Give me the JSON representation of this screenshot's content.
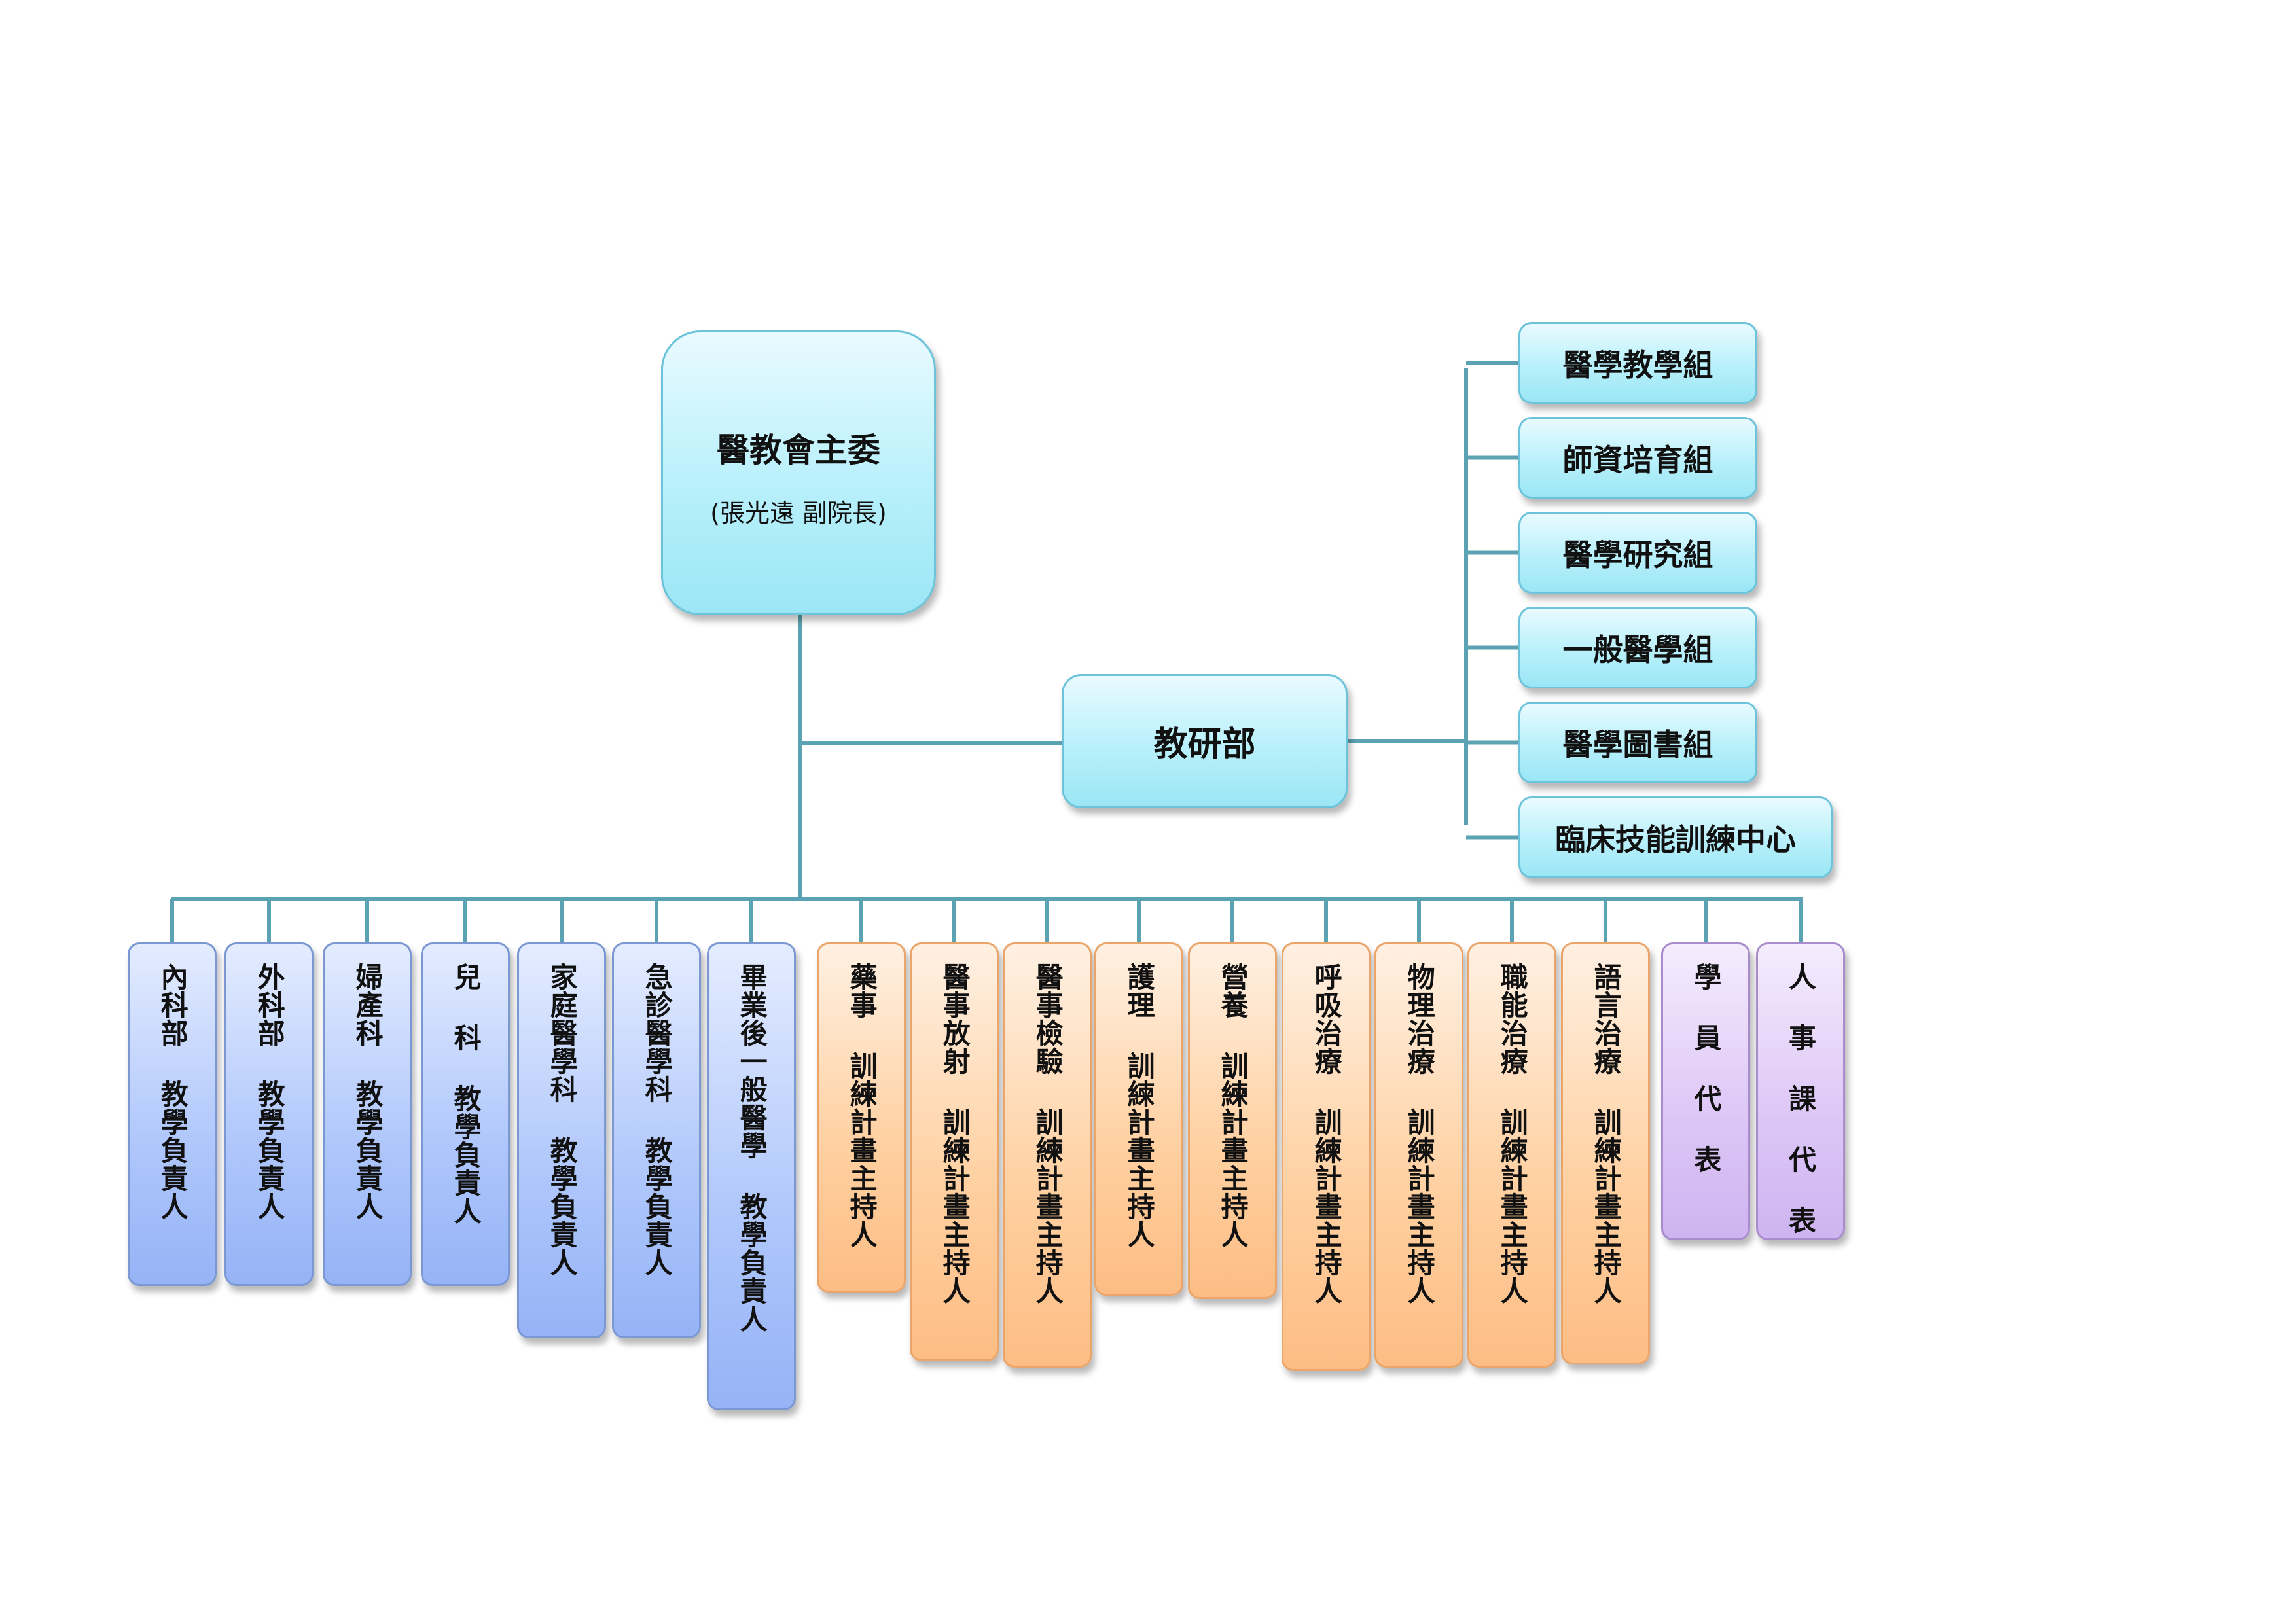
{
  "chair": {
    "title": "醫教會主委",
    "subtitle": "(張光遠  副院長)"
  },
  "department": {
    "label": "教研部"
  },
  "sections": [
    "醫學教學組",
    "師資培育組",
    "醫學研究組",
    "一般醫學組",
    "醫學圖書組",
    "臨床技能訓練中心"
  ],
  "units": [
    {
      "label": "內科部 教學負責人",
      "color": "blue"
    },
    {
      "label": "外科部 教學負責人",
      "color": "blue"
    },
    {
      "label": "婦產科 教學負責人",
      "color": "blue"
    },
    {
      "label": "兒 科 教學負責人",
      "color": "blue"
    },
    {
      "label": "家庭醫學科 教學負責人",
      "color": "blue"
    },
    {
      "label": "急診醫學科 教學負責人",
      "color": "blue"
    },
    {
      "label": "畢業後一般醫學 教學負責人",
      "color": "blue"
    },
    {
      "label": "藥事 訓練計畫主持人",
      "color": "orange"
    },
    {
      "label": "醫事放射 訓練計畫主持人",
      "color": "orange"
    },
    {
      "label": "醫事檢驗 訓練計畫主持人",
      "color": "orange"
    },
    {
      "label": "護理 訓練計畫主持人",
      "color": "orange"
    },
    {
      "label": "營養 訓練計畫主持人",
      "color": "orange"
    },
    {
      "label": "呼吸治療 訓練計畫主持人",
      "color": "orange"
    },
    {
      "label": "物理治療 訓練計畫主持人",
      "color": "orange"
    },
    {
      "label": "職能治療 訓練計畫主持人",
      "color": "orange"
    },
    {
      "label": "語言治療 訓練計畫主持人",
      "color": "orange"
    },
    {
      "label": "學 員 代 表",
      "color": "purple"
    },
    {
      "label": "人 事 課 代 表",
      "color": "purple"
    }
  ],
  "colors": {
    "connector": "#5ba3b2",
    "cyan": "#b8f0fb",
    "blue": "#aec6fb",
    "orange": "#ffcf9f",
    "purple": "#dcc6f6"
  }
}
